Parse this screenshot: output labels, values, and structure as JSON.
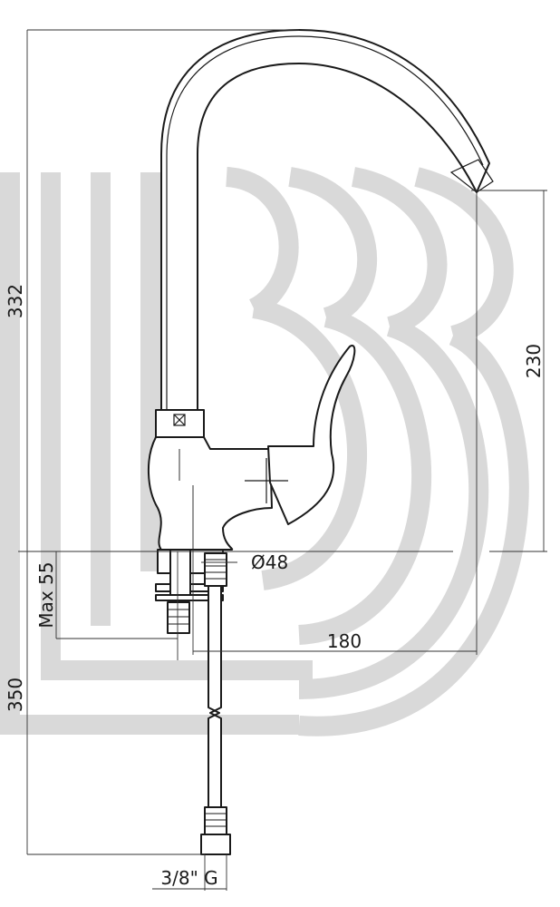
{
  "dimensions": {
    "total_height": "332",
    "spout_height": "230",
    "base_diameter": "Ø48",
    "max_thickness": "Max 55",
    "reach": "180",
    "hose_length": "350",
    "connection": "3/8\" G"
  },
  "colors": {
    "watermark": "#d9d9d9",
    "outline": "#1a1a1a"
  }
}
